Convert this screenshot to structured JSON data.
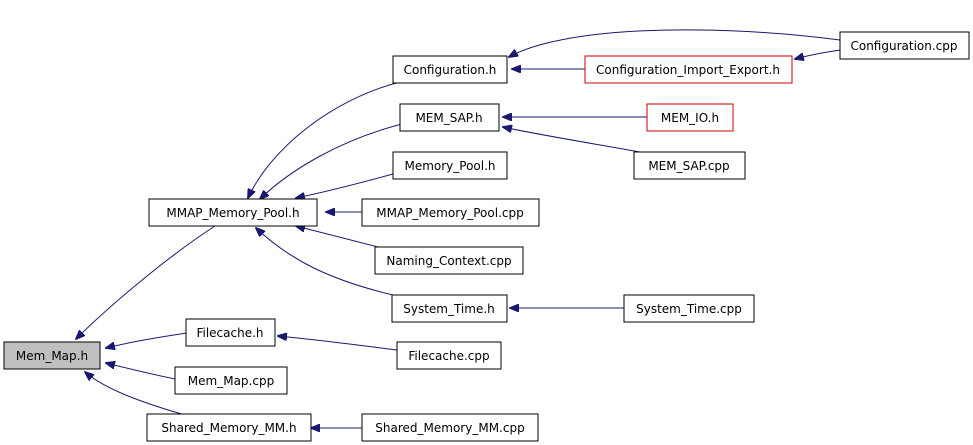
{
  "nodes": {
    "mem_map_h": {
      "label": "Mem_Map.h"
    },
    "mmap_memory_pool_h": {
      "label": "MMAP_Memory_Pool.h"
    },
    "configuration_h": {
      "label": "Configuration.h"
    },
    "mem_sap_h": {
      "label": "MEM_SAP.h"
    },
    "memory_pool_h": {
      "label": "Memory_Pool.h"
    },
    "mmap_memory_pool_cpp": {
      "label": "MMAP_Memory_Pool.cpp"
    },
    "naming_context_cpp": {
      "label": "Naming_Context.cpp"
    },
    "system_time_h": {
      "label": "System_Time.h"
    },
    "system_time_cpp": {
      "label": "System_Time.cpp"
    },
    "configuration_cpp": {
      "label": "Configuration.cpp"
    },
    "configuration_import_export_h": {
      "label": "Configuration_Import_Export.h"
    },
    "mem_io_h": {
      "label": "MEM_IO.h"
    },
    "mem_sap_cpp": {
      "label": "MEM_SAP.cpp"
    },
    "filecache_h": {
      "label": "Filecache.h"
    },
    "filecache_cpp": {
      "label": "Filecache.cpp"
    },
    "mem_map_cpp": {
      "label": "Mem_Map.cpp"
    },
    "shared_memory_mm_h": {
      "label": "Shared_Memory_MM.h"
    },
    "shared_memory_mm_cpp": {
      "label": "Shared_Memory_MM.cpp"
    }
  },
  "colors": {
    "edge": "#191970",
    "box_border": "#000000",
    "box_border_highlight": "#cc0000",
    "root_fill": "#bfbfbf"
  }
}
